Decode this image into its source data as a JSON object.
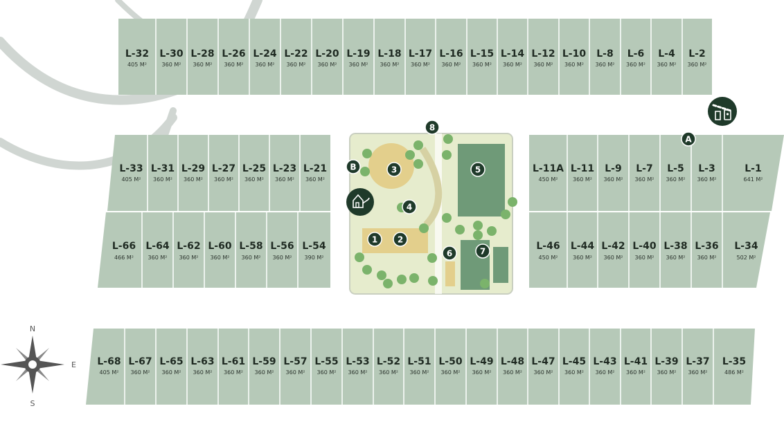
{
  "colors": {
    "lot_fill": "#b6c9b8",
    "lot_divider": "#ffffff",
    "park_grass": "#e6eccd",
    "park_border": "#c9cfc0",
    "sports_field": "#6f9a78",
    "playground": "#e3cf8c",
    "marker": "#1f3a2a",
    "tree": "#7bb36b",
    "leaf_outline": "#d0d6d2"
  },
  "lot_rows": [
    {
      "id": "top-row",
      "lots": [
        {
          "name": "L-32",
          "area": "405 M²"
        },
        {
          "name": "L-30",
          "area": "360 M²"
        },
        {
          "name": "L-28",
          "area": "360 M²"
        },
        {
          "name": "L-26",
          "area": "360 M²"
        },
        {
          "name": "L-24",
          "area": "360 M²"
        },
        {
          "name": "L-22",
          "area": "360 M²"
        },
        {
          "name": "L-20",
          "area": "360 M²"
        },
        {
          "name": "L-19",
          "area": "360 M²"
        },
        {
          "name": "L-18",
          "area": "360 M²"
        },
        {
          "name": "L-17",
          "area": "360 M²"
        },
        {
          "name": "L-16",
          "area": "360 M²"
        },
        {
          "name": "L-15",
          "area": "360 M²"
        },
        {
          "name": "L-14",
          "area": "360 M²"
        },
        {
          "name": "L-12",
          "area": "360 M²"
        },
        {
          "name": "L-10",
          "area": "360 M²"
        },
        {
          "name": "L-8",
          "area": "360 M²"
        },
        {
          "name": "L-6",
          "area": "360 M²"
        },
        {
          "name": "L-4",
          "area": "360 M²"
        },
        {
          "name": "L-2",
          "area": "360 M²"
        }
      ]
    },
    {
      "id": "west-upper-row",
      "lots": [
        {
          "name": "L-33",
          "area": "405 M²"
        },
        {
          "name": "L-31",
          "area": "360 M²"
        },
        {
          "name": "L-29",
          "area": "360 M²"
        },
        {
          "name": "L-27",
          "area": "360 M²"
        },
        {
          "name": "L-25",
          "area": "360 M²"
        },
        {
          "name": "L-23",
          "area": "360 M²"
        },
        {
          "name": "L-21",
          "area": "360 M²"
        }
      ]
    },
    {
      "id": "west-lower-row",
      "lots": [
        {
          "name": "L-66",
          "area": "466 M²"
        },
        {
          "name": "L-64",
          "area": "360 M²"
        },
        {
          "name": "L-62",
          "area": "360 M²"
        },
        {
          "name": "L-60",
          "area": "360 M²"
        },
        {
          "name": "L-58",
          "area": "360 M²"
        },
        {
          "name": "L-56",
          "area": "360 M²"
        },
        {
          "name": "L-54",
          "area": "390 M²"
        }
      ]
    },
    {
      "id": "east-upper-row",
      "lots": [
        {
          "name": "L-11A",
          "area": "450 M²"
        },
        {
          "name": "L-11",
          "area": "360 M²"
        },
        {
          "name": "L-9",
          "area": "360 M²"
        },
        {
          "name": "L-7",
          "area": "360 M²"
        },
        {
          "name": "L-5",
          "area": "360 M²"
        },
        {
          "name": "L-3",
          "area": "360 M²"
        },
        {
          "name": "L-1",
          "area": "641 M²"
        }
      ]
    },
    {
      "id": "east-lower-row",
      "lots": [
        {
          "name": "L-46",
          "area": "450 M²"
        },
        {
          "name": "L-44",
          "area": "360 M²"
        },
        {
          "name": "L-42",
          "area": "360 M²"
        },
        {
          "name": "L-40",
          "area": "360 M²"
        },
        {
          "name": "L-38",
          "area": "360 M²"
        },
        {
          "name": "L-36",
          "area": "360 M²"
        },
        {
          "name": "L-34",
          "area": "502 M²"
        }
      ]
    },
    {
      "id": "bottom-row",
      "lots": [
        {
          "name": "L-68",
          "area": "405 M²"
        },
        {
          "name": "L-67",
          "area": "360 M²"
        },
        {
          "name": "L-65",
          "area": "360 M²"
        },
        {
          "name": "L-63",
          "area": "360 M²"
        },
        {
          "name": "L-61",
          "area": "360 M²"
        },
        {
          "name": "L-59",
          "area": "360 M²"
        },
        {
          "name": "L-57",
          "area": "360 M²"
        },
        {
          "name": "L-55",
          "area": "360 M²"
        },
        {
          "name": "L-53",
          "area": "360 M²"
        },
        {
          "name": "L-52",
          "area": "360 M²"
        },
        {
          "name": "L-51",
          "area": "360 M²"
        },
        {
          "name": "L-50",
          "area": "360 M²"
        },
        {
          "name": "L-49",
          "area": "360 M²"
        },
        {
          "name": "L-48",
          "area": "360 M²"
        },
        {
          "name": "L-47",
          "area": "360 M²"
        },
        {
          "name": "L-45",
          "area": "360 M²"
        },
        {
          "name": "L-43",
          "area": "360 M²"
        },
        {
          "name": "L-41",
          "area": "360 M²"
        },
        {
          "name": "L-39",
          "area": "360 M²"
        },
        {
          "name": "L-37",
          "area": "360 M²"
        },
        {
          "name": "L-35",
          "area": "486 M²"
        }
      ]
    }
  ],
  "park": {
    "markers": [
      "1",
      "2",
      "3",
      "4",
      "5",
      "6",
      "7",
      "8",
      "A",
      "B"
    ],
    "icons": [
      "playhouse-icon",
      "gate-barrier-icon"
    ]
  },
  "compass": {
    "north": "N",
    "south": "S",
    "east": "E"
  }
}
